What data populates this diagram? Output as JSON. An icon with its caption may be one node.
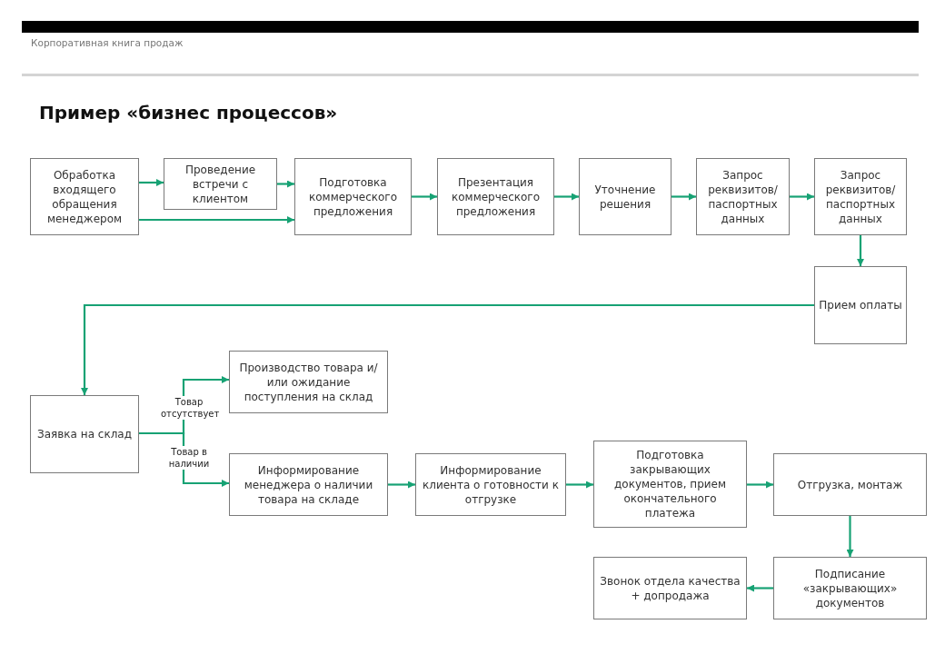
{
  "diagram": {
    "title": "Пример «бизнес процессов»",
    "nodes": [
      {
        "text": [
          "Обработка входящего обращения менеджером"
        ]
      },
      {
        "text": [
          "Проведение встречи с клиентом"
        ]
      },
      {
        "text": [
          "Подготовка коммерческого предложения"
        ]
      },
      {
        "text": [
          "Презентация коммерческого предложения"
        ]
      },
      {
        "text": [
          "Уточнение решения"
        ]
      },
      {
        "text": [
          "Запрос реквизитов/ паспортных данных"
        ]
      },
      {
        "text": [
          "Запрос реквизитов/ паспортных данных"
        ]
      },
      {
        "text": [
          "Прием оплаты"
        ]
      },
      {
        "text": [
          "Заявка на склад"
        ]
      },
      {
        "text": [
          "Производство товара и/или ожидание поступления на склад"
        ]
      },
      {
        "text": [
          "Информирование менеджера о наличии товара на складе"
        ]
      },
      {
        "text": [
          "Информирование клиента о готовности к отгрузке"
        ]
      },
      {
        "text": [
          "Подготовка закрывающих документов, прием окончательного платежа"
        ]
      },
      {
        "text": [
          "Отгрузка, монтаж"
        ]
      },
      {
        "text": [
          "Подписание «закрывающих» документов"
        ]
      },
      {
        "text": [
          "Звонок отдела качества + допродажа"
        ]
      }
    ],
    "edges": [
      {
        "from": 0,
        "to": 1,
        "arrow": "to"
      },
      {
        "from": 1,
        "to": 2,
        "arrow": "to"
      },
      {
        "from": 0,
        "to": 2,
        "arrow": "to"
      },
      {
        "from": 2,
        "to": 3,
        "arrow": "to"
      },
      {
        "from": 3,
        "to": 4,
        "arrow": "to"
      },
      {
        "from": 4,
        "to": 5,
        "arrow": "to"
      },
      {
        "from": 5,
        "to": 6,
        "arrow": "to"
      },
      {
        "from": 6,
        "to": 7,
        "arrow": "to"
      },
      {
        "from": 7,
        "to": 8,
        "arrow": "to"
      },
      {
        "from": 8,
        "to": 9,
        "arrow": "to",
        "label": "Товар отсутствует"
      },
      {
        "from": 8,
        "to": 10,
        "arrow": "to",
        "label": "Товар в наличии"
      },
      {
        "from": 10,
        "to": 11,
        "arrow": "to"
      },
      {
        "from": 11,
        "to": 12,
        "arrow": "to"
      },
      {
        "from": 12,
        "to": 13,
        "arrow": "to"
      },
      {
        "from": 13,
        "to": 14,
        "arrow": "to"
      },
      {
        "from": 14,
        "to": 15,
        "arrow": "to"
      }
    ],
    "labels": [
      "Корпоративная книга продаж"
    ]
  }
}
